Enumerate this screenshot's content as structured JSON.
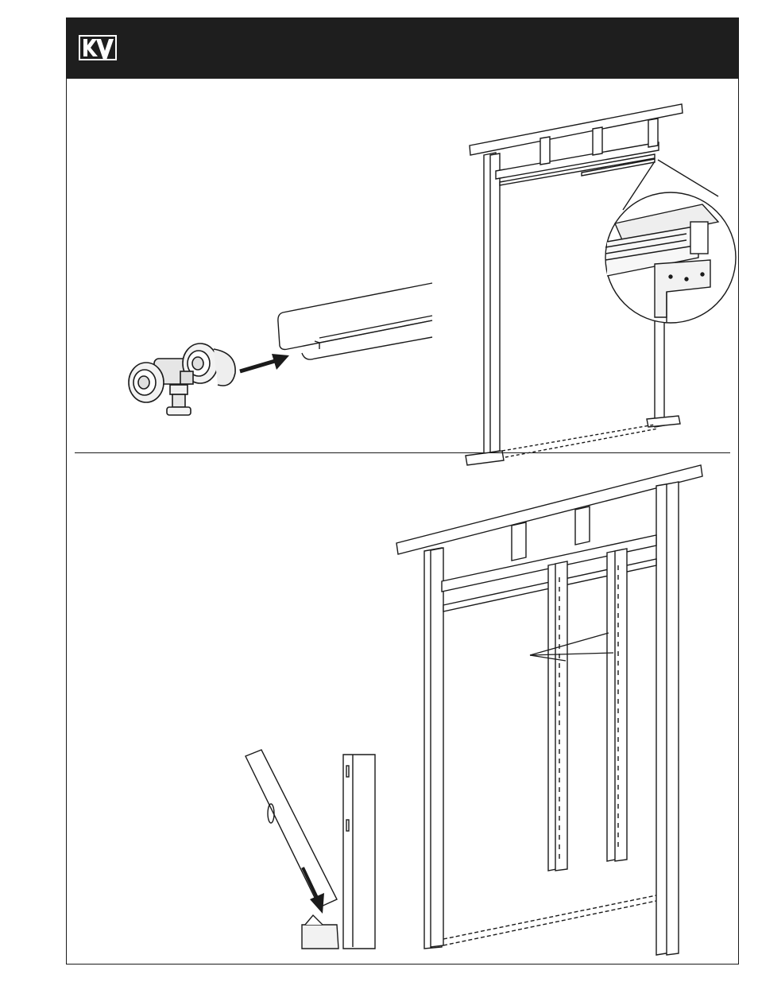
{
  "header": {
    "logo_text": "KV",
    "logo_icon": "kv-logo-icon",
    "background": "#1e1e1e"
  },
  "panels": [
    {
      "illustrations": [
        "trolley-wheel-illustration",
        "insert-arrow-icon",
        "track-rail-illustration",
        "pocket-frame-illustration",
        "track-endcap-magnifier"
      ]
    },
    {
      "illustrations": [
        "pocket-door-frame-illustration",
        "split-stud-pointer-lines",
        "stud-bottom-detail",
        "insert-down-arrow-icon"
      ]
    }
  ],
  "colors": {
    "line": "#1a1a1a",
    "paper": "#ffffff",
    "shade": "#e6e6e6"
  }
}
